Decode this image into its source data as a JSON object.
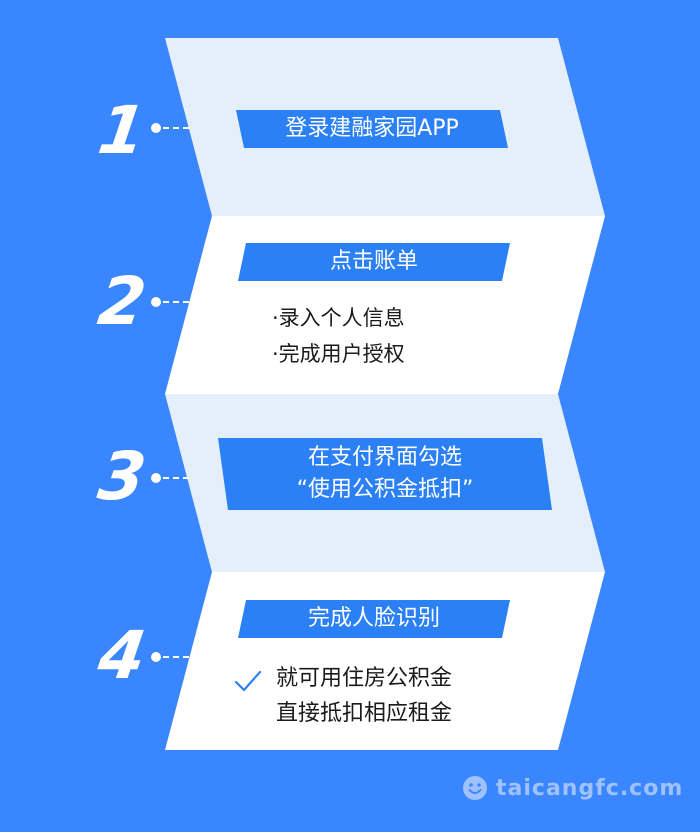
{
  "steps": [
    {
      "number": "1",
      "banner": [
        "登录建融家园APP"
      ]
    },
    {
      "number": "2",
      "banner": [
        "点击账单"
      ],
      "bullets": [
        "·录入个人信息",
        "·完成用户授权"
      ]
    },
    {
      "number": "3",
      "banner": [
        "在支付界面勾选",
        "“使用公积金抵扣”"
      ]
    },
    {
      "number": "4",
      "banner": [
        "完成人脸识别"
      ],
      "result": [
        "就可用住房公积金",
        "直接抵扣相应租金"
      ]
    }
  ],
  "watermark": "taicangfc.com",
  "colors": {
    "background": "#3a86ff",
    "panel_light": "#e5effb",
    "panel_white": "#ffffff",
    "banner": "#2c80f5",
    "check": "#2c80f5",
    "text": "#1b1b1b"
  }
}
